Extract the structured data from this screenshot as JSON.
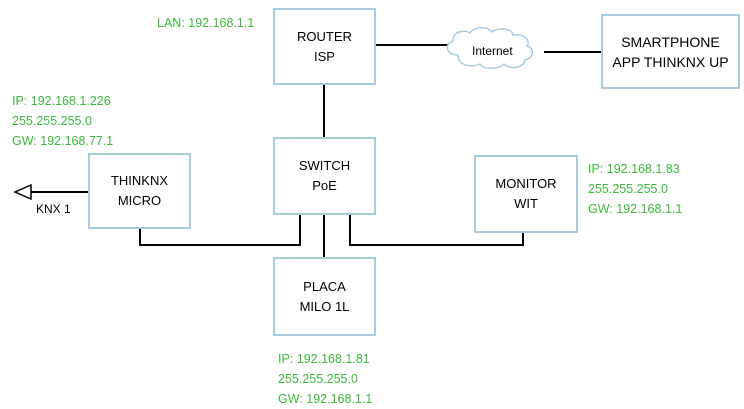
{
  "colors": {
    "box_border": "#a9cbe0",
    "ip_text": "#3db83a",
    "line": "#000000"
  },
  "nodes": {
    "router": {
      "line1": "ROUTER",
      "line2": "ISP",
      "info": [
        "LAN: 192.168.1.1"
      ]
    },
    "smartphone": {
      "line1": "SMARTPHONE",
      "line2": "APP THINKNX UP"
    },
    "internet": {
      "label": "Internet",
      "icon": "cloud-icon"
    },
    "switch": {
      "line1": "SWITCH",
      "line2": "PoE"
    },
    "thinknx": {
      "line1": "THINKNX",
      "line2": "MICRO",
      "info": [
        "IP: 192.168.1.226",
        "255.255.255.0",
        "GW: 192.168.77.1"
      ]
    },
    "monitor": {
      "line1": "MONITOR",
      "line2": "WIT",
      "info": [
        "IP: 192.168.1.83",
        "255.255.255.0",
        "GW: 192.168.1.1"
      ]
    },
    "placa": {
      "line1": "PLACA",
      "line2": "MILO 1L",
      "info": [
        "IP: 192.168.1.81",
        "255.255.255.0",
        "GW: 192.168.1.1"
      ]
    },
    "knx": {
      "label": "KNX 1",
      "icon": "arrow-left-icon"
    }
  }
}
